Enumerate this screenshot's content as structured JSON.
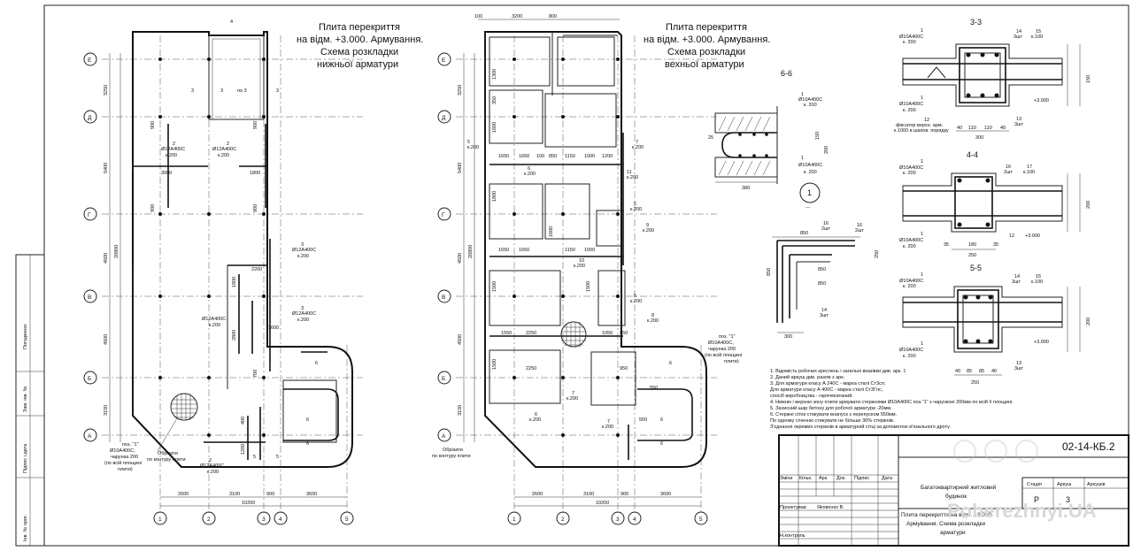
{
  "plan1": {
    "title": [
      "Плита перекриття",
      "на відм. +3.000. Армування.",
      "Схема розкладки",
      "нижньої арматури"
    ],
    "axes_v": [
      "1",
      "2",
      "3",
      "4",
      "5"
    ],
    "axes_h": [
      "Е",
      "Д",
      "Г",
      "В",
      "Б",
      "А"
    ],
    "dims_bottom": [
      "2600",
      "3100",
      "900",
      "3600"
    ],
    "dim_total": "10200",
    "dims_left": [
      "3250",
      "5400",
      "4500",
      "4500",
      "3150"
    ],
    "dim_left_total": "20800",
    "labels": {
      "r2a": "2",
      "r2a_s": "Ø12А400С",
      "r2a_k": "к.200",
      "d3000": "3000",
      "d1800": "1800",
      "d900": "900",
      "r3": "3",
      "r3_s": "Ø12А400С",
      "r3_k": "к.200",
      "d2200": "2200",
      "d1600": "1600",
      "d2800": "2800",
      "d400": "400",
      "d1200": "1200",
      "d700": "700",
      "pos1": "поз. \"1\"",
      "pos1_s": "Ø10А400С,",
      "pos1_k": "чарунка 200",
      "pos1_n": "(по всій площині",
      "pos1_n2": "плити)",
      "cut": "Обрізати",
      "cut2": "по контуру плити",
      "s3": "3",
      "s4": "4",
      "s5": "5",
      "s6": "6",
      "po3": "по 3"
    }
  },
  "plan2": {
    "title": [
      "Плита перекриття",
      "на відм. +3.000. Армування.",
      "Схема розкладки",
      "вехньої арматури"
    ],
    "dims_top": [
      "100",
      "3200",
      "800"
    ],
    "dims_bottom": [
      "2600",
      "3100",
      "900",
      "3600"
    ],
    "dim_total": "10200",
    "dims_left": [
      "3250",
      "5400",
      "4500",
      "4500",
      "3150"
    ],
    "dim_left_total": "20800",
    "cell_dims": [
      "1650",
      "1650",
      "100",
      "850",
      "1150",
      "1000",
      "1200",
      "1050",
      "950",
      "2250",
      "1550",
      "1500",
      "1800",
      "1600",
      "1300",
      "350",
      "550"
    ],
    "marks": [
      "5",
      "6",
      "7",
      "8",
      "9",
      "10",
      "11"
    ],
    "mark_k": "к.200",
    "pos1": "поз. \"1\"",
    "pos1_s": "Ø10А400С,",
    "pos1_k": "чарунка 200",
    "pos1_n": "(по всій площині",
    "pos1_n2": "плити)",
    "cut": "Обрізати",
    "cut2": "по контуру плити"
  },
  "sec66": {
    "title": "6-6",
    "bar": "Ø10А400С",
    "k": "к. 200",
    "n1": "1",
    "d25": "25",
    "d150": "150",
    "d200": "200",
    "d380": "380"
  },
  "node1": {
    "label": "1",
    "sub": "---",
    "d850": "850",
    "d300": "300",
    "p16": "16",
    "p16s": "2шт",
    "p14": "14",
    "p14s": "3шт"
  },
  "sec33": {
    "title": "3-3",
    "bar": "Ø10А400С",
    "k": "к. 200",
    "p14": "14",
    "p14s": "3шт",
    "p15": "15",
    "p15s": "к.100",
    "p12": "12",
    "fix": "фіксатор верхн. арм.",
    "fix2": "к.1000 в шахов. порядку",
    "p13": "13",
    "p13s": "3шт",
    "lvl": "+3.000",
    "w": "300",
    "d": [
      "40",
      "110",
      "110",
      "40"
    ]
  },
  "sec44": {
    "title": "4-4",
    "bar": "Ø10А400С",
    "k": "к. 200",
    "p16": "16",
    "p16s": "2шт",
    "p17": "17",
    "p17s": "к.100",
    "p12": "12",
    "lvl": "+3.000",
    "w": "250",
    "d": [
      "35",
      "180",
      "35"
    ]
  },
  "sec55": {
    "title": "5-5",
    "bar": "Ø10А400С",
    "k": "к. 200",
    "p14": "14",
    "p14s": "3шт",
    "p15": "15",
    "p15s": "к.100",
    "p13": "13",
    "p13s": "3шт",
    "lvl": "+3.000",
    "w": "250",
    "d": [
      "40",
      "85",
      "85",
      "40"
    ]
  },
  "notes": [
    "1. Відомість робочих креслень і загальні вказівки див. арк. 1",
    "2. Даний аркуш див. разом з арк.",
    "3. Для арматури класу А 240С - марка сталі  Ст3сп;",
    "    Для арматури класу А 400С - марка сталі  Ст3Гпс,",
    "    спосіб виробництва - гарячекатаний.",
    "4.  Нижню і верхню зону плити  армувати стержнями Ø10А400С поз.\"1\" з чарункою 200мм по всій її площині.",
    "5. Захисний шар бетону для робочої арматури -20мм.",
    "6. Стержні сіток стикувати внапуск з перепуском 550мм.",
    "    По одному січенню стикувати не більше 30% стержнів.",
    "    З'єднання окремих стержнів в арматурній сітці за допомогою в'язального дроту."
  ],
  "stamp": {
    "code": "02-14-КБ.2",
    "cols": [
      "Зміни",
      "Кільк.",
      "Арк.",
      "Док.",
      "Підпис",
      "Дата"
    ],
    "project": "Багатоквартирний житловий",
    "project2": "будинок",
    "stage_h": "Стадія",
    "sheet_h": "Аркуш",
    "sheets_h": "Аркушів",
    "stage": "Р",
    "sheet": "3",
    "sheets": "",
    "designed": "Проектував",
    "designer": "Яковенко В.",
    "nkontrol": "Н.контроль",
    "drawing": "Плита перекриття на відм. +3.000.",
    "drawing2": "Армування. Схема розкладки",
    "drawing3": "арматури",
    "watermark": "Poberezhnyi.UA"
  },
  "side": {
    "agreed": "Погоджено:",
    "inv": "Інв. № ориг.",
    "sign": "Підпис і дата",
    "zam": "Зам. інв. №"
  }
}
